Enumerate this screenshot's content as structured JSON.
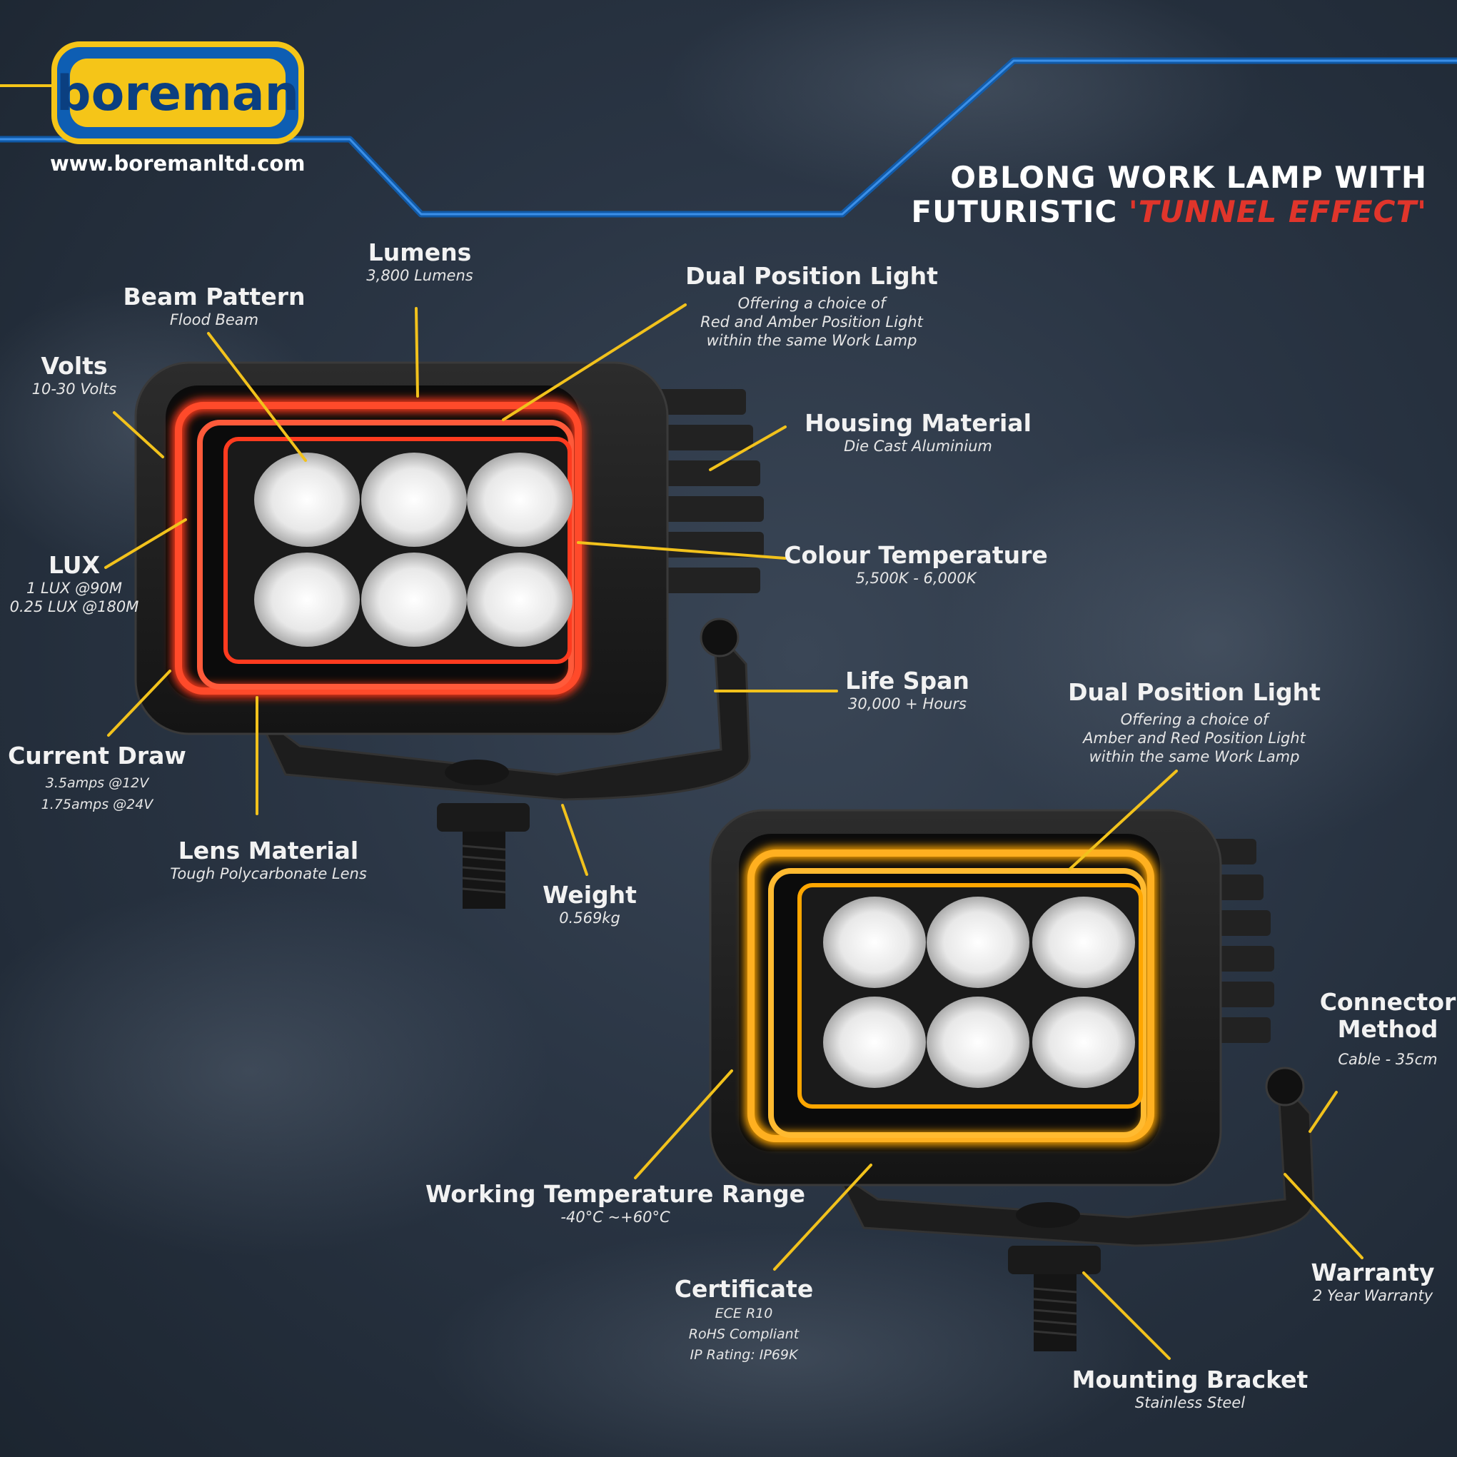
{
  "brand": {
    "logo_text": "boreman",
    "website": "www.boremanltd.com",
    "colors": {
      "yellow": "#f5c518",
      "blue": "#0e5eb3",
      "red_glow": "#ff3b1f",
      "amber_glow": "#ffa600",
      "leader": "#f2c21c"
    }
  },
  "headline": {
    "line1": "OBLONG WORK LAMP WITH",
    "line2_plain": "FUTURISTIC ",
    "line2_accent": "'TUNNEL EFFECT'"
  },
  "specs": {
    "lumens": {
      "title": "Lumens",
      "value": "3,800 Lumens"
    },
    "beam": {
      "title": "Beam Pattern",
      "value": "Flood Beam"
    },
    "volts": {
      "title": "Volts",
      "value": "10-30 Volts"
    },
    "dual_red": {
      "title": "Dual Position Light",
      "l1": "Offering a choice of",
      "l2": "Red and Amber Position Light",
      "l3": "within the same Work Lamp"
    },
    "housing": {
      "title": "Housing Material",
      "value": "Die Cast Aluminium"
    },
    "lux": {
      "title": "LUX",
      "l1": "1 LUX @90M",
      "l2": "0.25 LUX @180M"
    },
    "colour_temp": {
      "title": "Colour Temperature",
      "value": "5,500K - 6,000K"
    },
    "life_span": {
      "title": "Life Span",
      "value": "30,000 + Hours"
    },
    "current": {
      "title": "Current Draw",
      "l1": "3.5amps @12V",
      "l2": "1.75amps @24V"
    },
    "dual_amber": {
      "title": "Dual Position Light",
      "l1": "Offering a choice of",
      "l2": "Amber and Red Position Light",
      "l3": "within the same Work Lamp"
    },
    "lens": {
      "title": "Lens Material",
      "value": "Tough Polycarbonate Lens"
    },
    "weight": {
      "title": "Weight",
      "value": "0.569kg"
    },
    "connector": {
      "title_l1": "Connector",
      "title_l2": "Method",
      "value": "Cable - 35cm"
    },
    "working_temp": {
      "title": "Working Temperature Range",
      "value": "-40°C ~+60°C"
    },
    "certificate": {
      "title": "Certificate",
      "l1": "ECE R10",
      "l2": "RoHS Compliant",
      "l3": "IP Rating: IP69K"
    },
    "warranty": {
      "title": "Warranty",
      "value": "2 Year Warranty"
    },
    "mounting": {
      "title": "Mounting Bracket",
      "value": "Stainless Steel"
    }
  }
}
